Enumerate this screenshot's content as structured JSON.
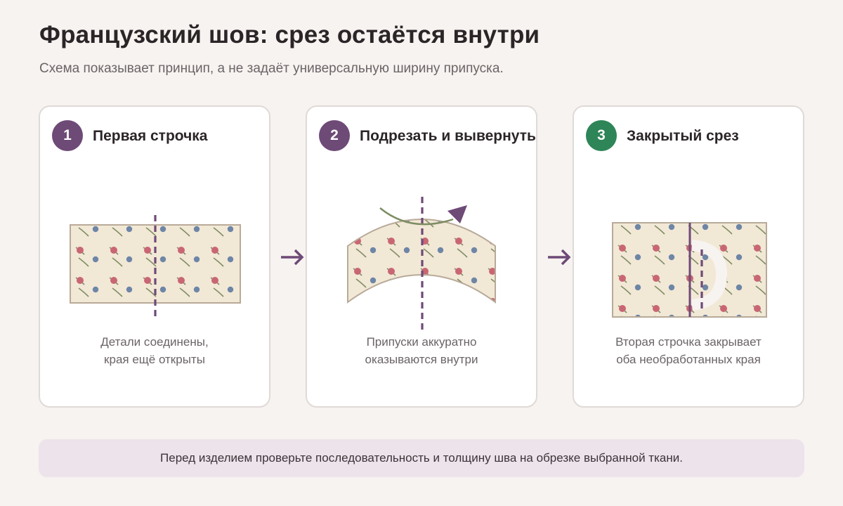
{
  "header": {
    "title": "Французский шов: срез остаётся внутри",
    "subtitle": "Схема показывает принцип, а не задаёт универсальную ширину припуска."
  },
  "steps": [
    {
      "number": "1",
      "title": "Первая строчка",
      "caption": [
        "Детали соединены,",
        "края ещё открыты"
      ]
    },
    {
      "number": "2",
      "title": "Подрезать и вывернуть",
      "caption": [
        "Припуски аккуратно",
        "оказываются внутри"
      ]
    },
    {
      "number": "3",
      "title": "Закрытый срез",
      "caption": [
        "Вторая строчка закрывает",
        "оба необработанных края"
      ]
    }
  ],
  "footer": {
    "note": "Перед изделием проверьте последовательность и толщину шва на обрезке выбранной ткани."
  },
  "colors": {
    "accent_purple": "#6e4a77",
    "accent_green": "#2e8557",
    "fabric": "#f2e8d6",
    "dot_pink": "#c96674",
    "dot_blue": "#6e86a6",
    "leaf": "#7d8d62"
  }
}
